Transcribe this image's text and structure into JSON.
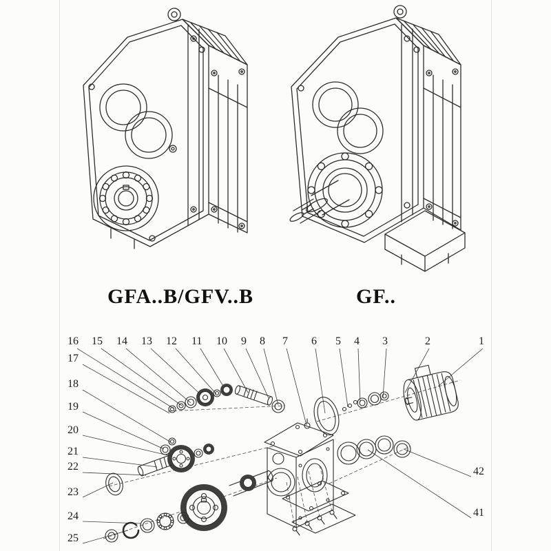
{
  "document": {
    "kind": "gear-reducer-catalog-page",
    "colors": {
      "background": "#fcfcfa",
      "line": "#2b2b2b",
      "dark_fill": "#3f3f3f",
      "text": "#161616"
    }
  },
  "figures": {
    "left_model_label": "GFA..B/GFV..B",
    "right_model_label": "GF.."
  },
  "exploded_view": {
    "callouts_top": [
      "16",
      "15",
      "14",
      "13",
      "12",
      "11",
      "10",
      "9",
      "8",
      "7",
      "6",
      "5",
      "4",
      "3",
      "2",
      "1"
    ],
    "callouts_left": [
      "17",
      "18",
      "19",
      "20",
      "21",
      "22",
      "23",
      "24",
      "25"
    ],
    "callouts_right": [
      "42",
      "41"
    ]
  }
}
